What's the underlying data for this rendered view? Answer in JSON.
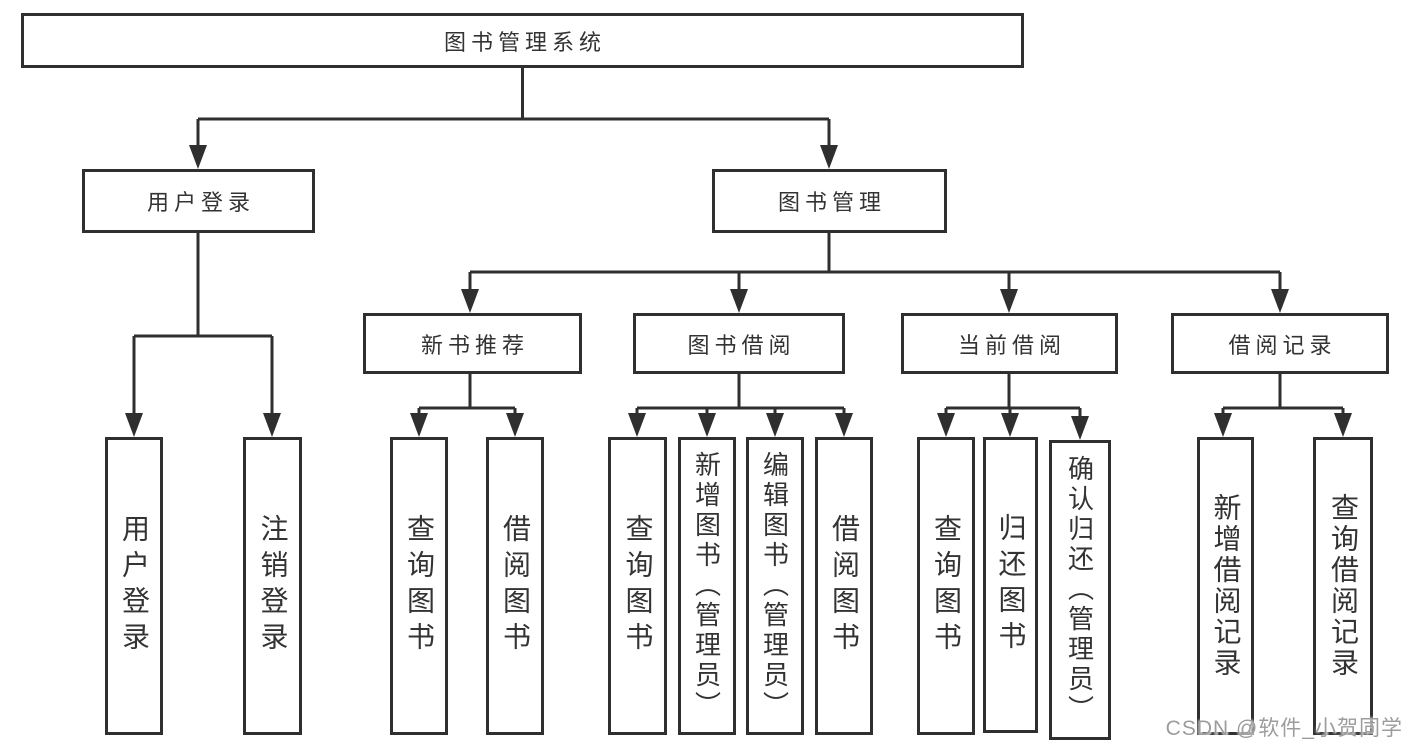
{
  "nodes": {
    "root": "图书管理系统",
    "userLogin": "用户登录",
    "bookMgmt": "图书管理",
    "newBook": "新书推荐",
    "bookBorrow": "图书借阅",
    "currentBorrow": "当前借阅",
    "borrowRecord": "借阅记录",
    "leafUserLogin": "用户登录",
    "leafLogout": "注销登录",
    "leafQueryBook1": "查询图书",
    "leafBorrowBook1": "借阅图书",
    "leafQueryBook2": "查询图书",
    "leafAddBookAdmin": "新增图书（管理员）",
    "leafEditBookAdmin": "编辑图书（管理员）",
    "leafBorrowBook2": "借阅图书",
    "leafQueryBook3": "查询图书",
    "leafReturnBook": "归还图书",
    "leafConfirmReturnAdmin": "确认归还（管理员）",
    "leafAddRecord": "新增借阅记录",
    "leafQueryRecord": "查询借阅记录"
  },
  "watermark": "CSDN @软件_小贺同学",
  "colors": {
    "line": "#2f2f2f",
    "text": "#333333",
    "box_fill": "#ffffff",
    "watermark": "#9c9c9c"
  }
}
